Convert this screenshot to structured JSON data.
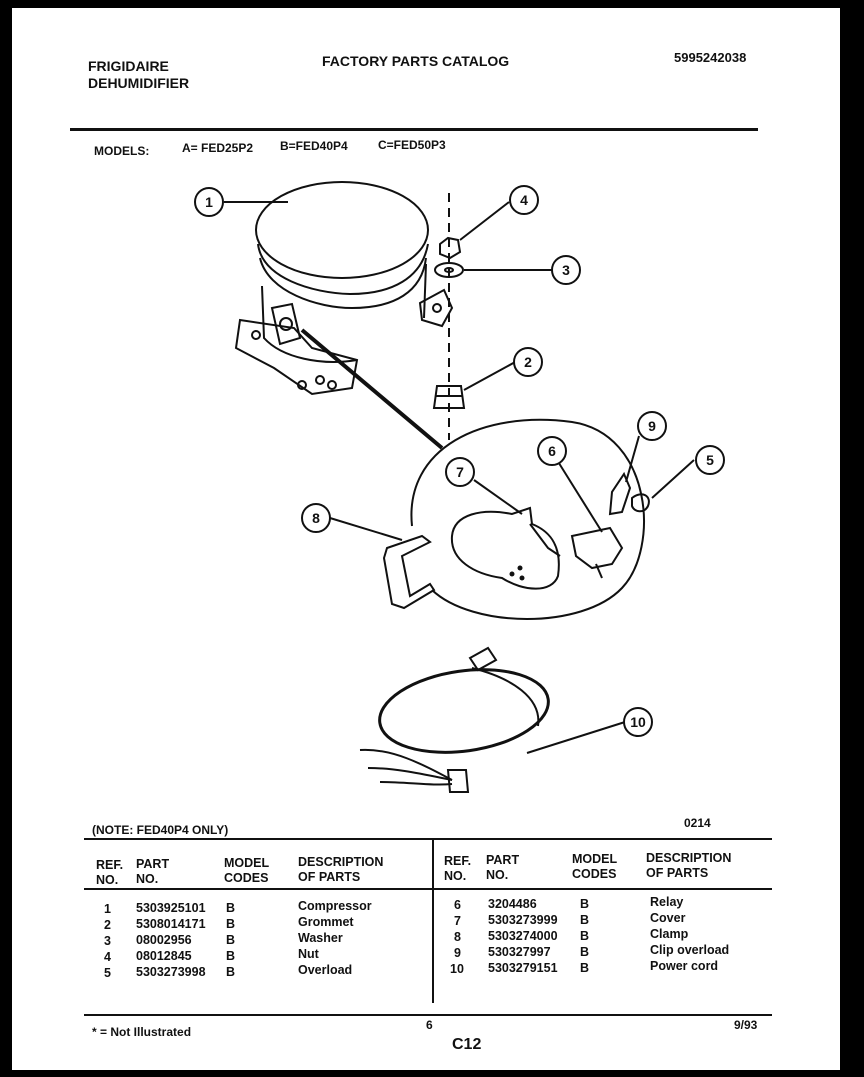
{
  "header": {
    "brand": "FRIGIDAIRE",
    "product": "DEHUMIDIFIER",
    "catalog_title": "FACTORY PARTS CATALOG",
    "catalog_number": "5995242038"
  },
  "models": {
    "label": "MODELS:",
    "a": "A= FED25P2",
    "b": "B=FED40P4",
    "c": "C=FED50P3"
  },
  "diagram": {
    "callouts": [
      "1",
      "2",
      "3",
      "4",
      "5",
      "6",
      "7",
      "8",
      "9",
      "10"
    ]
  },
  "note": "(NOTE: FED40P4 ONLY)",
  "diagram_code": "0214",
  "table": {
    "headers": {
      "ref_l1": "REF.",
      "ref_l2": "NO.",
      "part_l1": "PART",
      "part_l2": "NO.",
      "model_l1": "MODEL",
      "model_l2": "CODES",
      "desc_l1": "DESCRIPTION",
      "desc_l2": "OF PARTS"
    },
    "left_rows": [
      {
        "ref": "1",
        "part": "5303925101",
        "code": "B",
        "desc": "Compressor"
      },
      {
        "ref": "2",
        "part": "5308014171",
        "code": "B",
        "desc": "Grommet"
      },
      {
        "ref": "3",
        "part": "08002956",
        "code": "B",
        "desc": "Washer"
      },
      {
        "ref": "4",
        "part": "08012845",
        "code": "B",
        "desc": "Nut"
      },
      {
        "ref": "5",
        "part": "5303273998",
        "code": "B",
        "desc": "Overload"
      }
    ],
    "right_rows": [
      {
        "ref": "6",
        "part": "3204486",
        "code": "B",
        "desc": "Relay"
      },
      {
        "ref": "7",
        "part": "5303273999",
        "code": "B",
        "desc": "Cover"
      },
      {
        "ref": "8",
        "part": "5303274000",
        "code": "B",
        "desc": "Clamp"
      },
      {
        "ref": "9",
        "part": "530327997",
        "code": "B",
        "desc": "Clip overload"
      },
      {
        "ref": "10",
        "part": "5303279151",
        "code": "B",
        "desc": "Power cord"
      }
    ]
  },
  "footer": {
    "not_illustrated": "* = Not Illustrated",
    "page_num": "6",
    "section": "C12",
    "date": "9/93"
  }
}
